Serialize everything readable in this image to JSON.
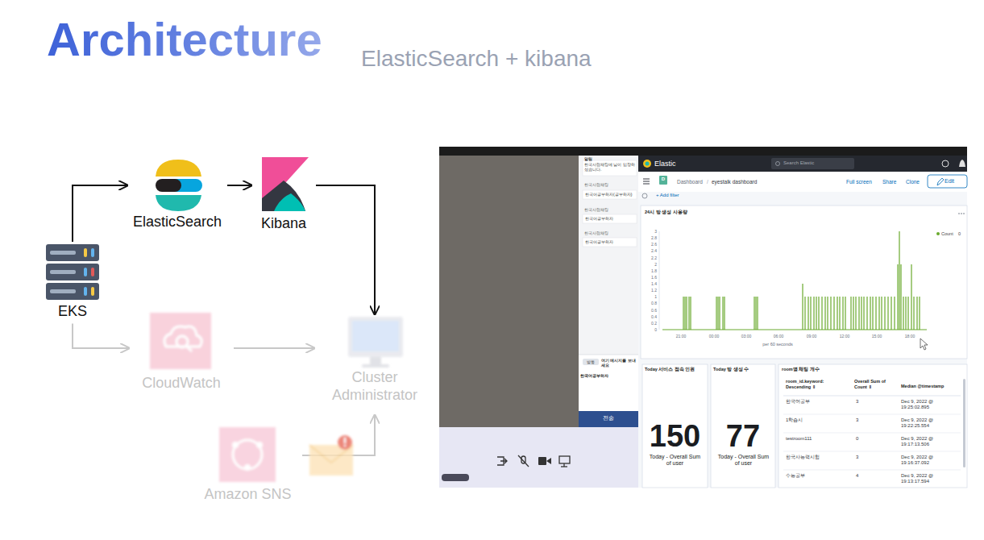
{
  "diagram": {
    "title": "Architecture",
    "nodes": [
      {
        "text": [
          "ElasticSearch"
        ]
      },
      {
        "text": [
          "Kibana"
        ]
      },
      {
        "text": [
          "EKS"
        ]
      },
      {
        "text": [
          "CloudWatch"
        ]
      },
      {
        "text": [
          "Cluster Administrator"
        ]
      },
      {
        "text": [
          "Amazon SNS"
        ]
      }
    ],
    "edges": [
      {
        "from": 2,
        "to": 0,
        "arrow": "to"
      },
      {
        "from": 0,
        "to": 1,
        "arrow": "to"
      },
      {
        "from": 1,
        "to": 4,
        "arrow": "to"
      },
      {
        "from": 2,
        "to": 3,
        "arrow": "to"
      },
      {
        "from": 3,
        "to": 4,
        "arrow": "to"
      },
      {
        "from": 5,
        "to": 4,
        "arrow": "to"
      }
    ],
    "labels": [
      "ElasticSearch + kibana",
      "알림",
      "한국사람채팅에 님이 입장하셨습니다.",
      "한국사람채팅",
      "한국어공부하자(공부하자)",
      "한국사람채팅",
      "한국어공부하자",
      "한국사람채팅",
      "한국어공부하자",
      "발동",
      "여기 메시지를 보내세요",
      "한국어공부하자",
      "전송",
      "Elastic",
      "Search Elastic",
      "D",
      "Dashboard",
      "/",
      "eyestalk dashboard",
      "Full screen",
      "Share",
      "Clone",
      "Edit",
      "+ Add filter",
      "24시 방 생성 사용량",
      "Count",
      "0",
      "3",
      "2.8",
      "2.6",
      "2.4",
      "2.2",
      "2",
      "1.8",
      "1.6",
      "1.4",
      "1.2",
      "1",
      "0.8",
      "0.6",
      "0.4",
      "0.2",
      "0",
      "21:00",
      "00:00",
      "03:00",
      "06:00",
      "09:00",
      "12:00",
      "15:00",
      "18:00",
      "per 60 seconds",
      "Today 서비스 접속 인원",
      "150",
      "Today - Overall Sum of user",
      "Today 방 생성 수",
      "77",
      "Today - Overall Sum of user",
      "room별 채팅 개수",
      "room_id.keyword: Descending ⇕",
      "Overall Sum of Count ⇕",
      "Median @timestamp",
      "한국어공부",
      "3",
      "Dec 9, 2022 @ 19:25:02.895",
      "1학습시",
      "3",
      "Dec 9, 2022 @ 19:22:25.554",
      "testroom111",
      "0",
      "Dec 9, 2022 @ 19:17:13.506",
      "한국사능력시험",
      "3",
      "Dec 9, 2022 @ 19:16:37.092",
      "수능공부",
      "4",
      "Dec 9, 2022 @ 19:13:17.594"
    ]
  }
}
